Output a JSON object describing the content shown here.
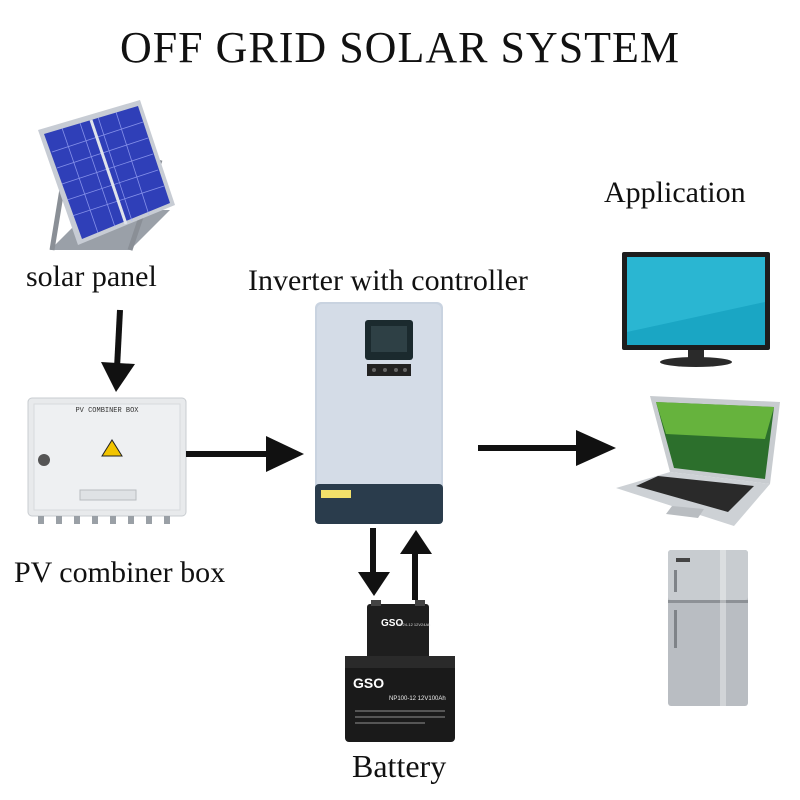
{
  "title": "OFF GRID SOLAR SYSTEM",
  "components": {
    "solar_panel": "solar panel",
    "combiner_box": "PV combiner box",
    "inverter": "Inverter with controller",
    "battery": "Battery",
    "application": "Application"
  },
  "device_text": {
    "combiner_box_label": "PV COMBINER BOX",
    "battery_brand": "GSO",
    "battery_small_model": "NP24-12 12V24Ah",
    "battery_large_model": "NP100-12 12V100Ah"
  },
  "colors": {
    "panel_cell": "#2f3fb8",
    "inverter_body": "#c9d3e0",
    "screen": "#1b2a2e",
    "arrow": "#111111"
  },
  "icons": [
    "solar-panel-icon",
    "combiner-box-icon",
    "inverter-icon",
    "battery-icon",
    "tv-icon",
    "laptop-icon",
    "refrigerator-icon"
  ]
}
